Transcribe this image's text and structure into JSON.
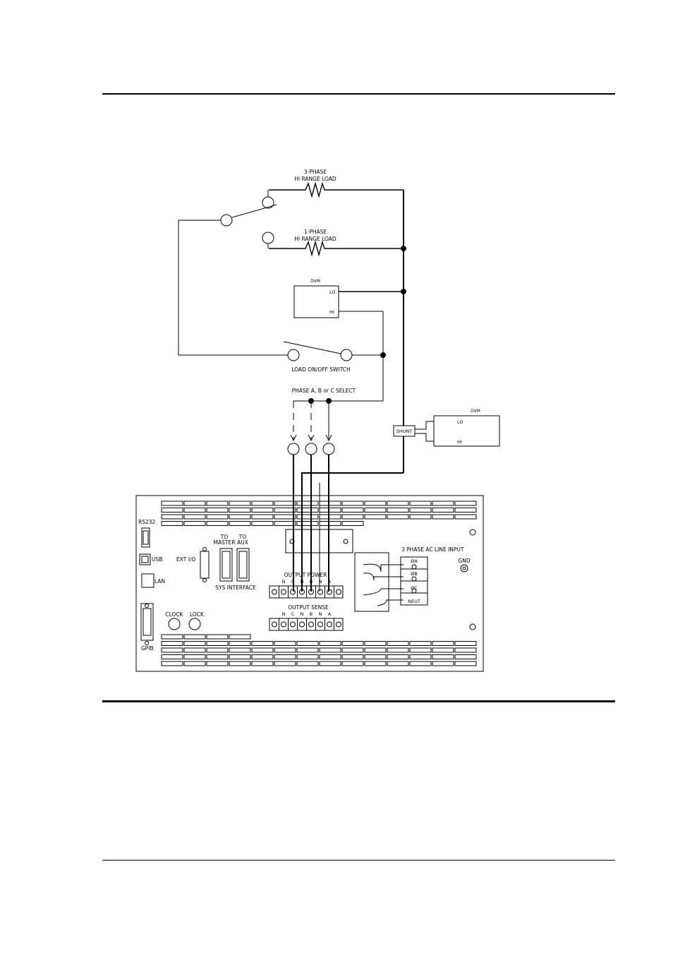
{
  "load": {
    "three_phase_line1": "3-PHASE",
    "three_phase_line2": "HI RANGE LOAD",
    "one_phase_line1": "1-PHASE",
    "one_phase_line2": "HI RANGE LOAD"
  },
  "dvm_top": {
    "title": "DVM",
    "lo": "LO",
    "hi": "HI"
  },
  "dvm_shunt": {
    "title": "DVM",
    "lo": "LO",
    "hi": "HI",
    "shunt": "SHUNT"
  },
  "switch_label": "LOAD ON/OFF SWITCH",
  "phase_select_label": "PHASE A, B or C SELECT",
  "rear_panel": {
    "rs232": "RS232",
    "usb": "USB",
    "lan": "LAN",
    "gpib": "GPIB",
    "ext_io": "EXT I/O",
    "to_master": [
      "TO",
      "MASTER"
    ],
    "to_aux": [
      "TO",
      "AUX"
    ],
    "sys_interface": "SYS INTERFACE",
    "clock": "CLOCK",
    "lock": "LOCK",
    "output_power": "OUTPUT POWER",
    "output_sense": "OUTPUT SENSE",
    "terminal_letters": [
      "N",
      "C",
      "N",
      "B",
      "N",
      "A"
    ],
    "ac_input": "3 PHASE AC LINE INPUT",
    "phase_a": "ØA",
    "phase_b": "ØB",
    "phase_c": "ØC",
    "neut": "NEUT",
    "gnd": "GND"
  }
}
